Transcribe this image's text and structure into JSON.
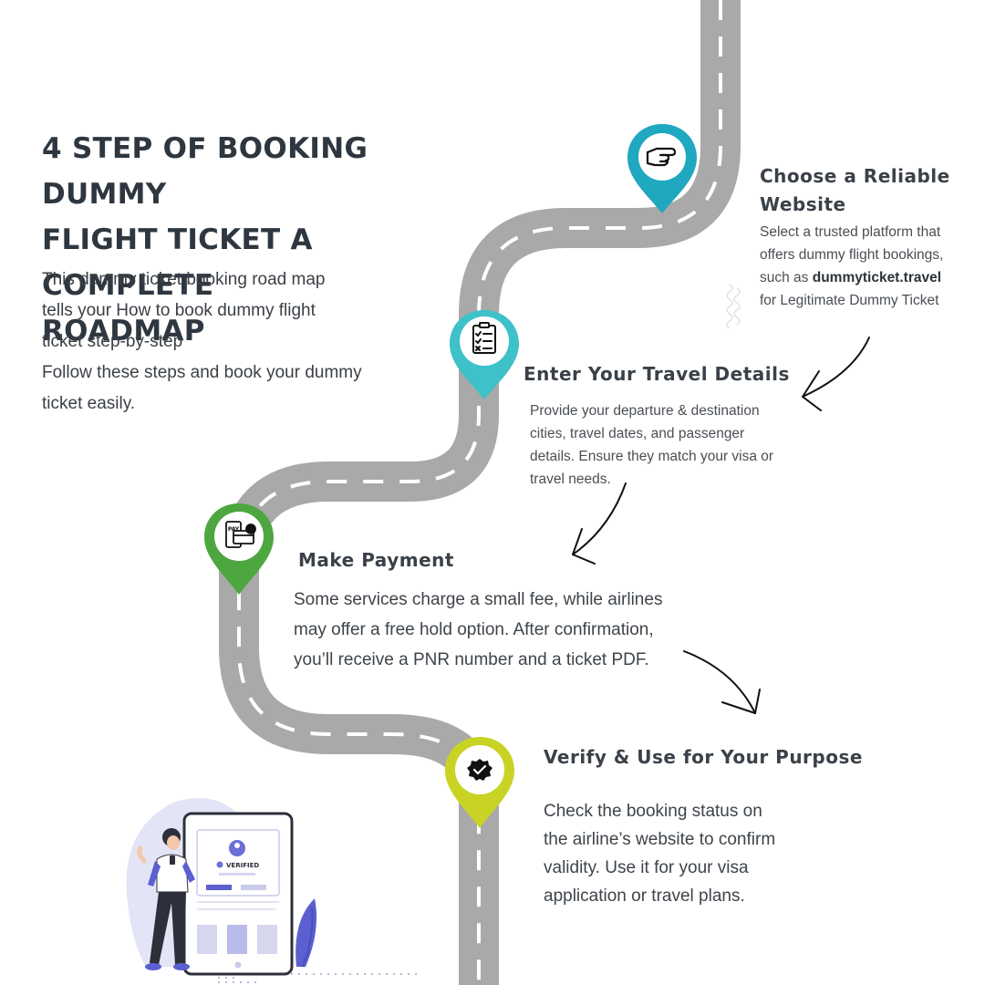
{
  "header": {
    "title_lines": [
      "4 STEP OF BOOKING DUMMY",
      "FLIGHT TICKET A COMPLETE",
      "ROADMAP"
    ],
    "intro_lines": [
      "This dummy ticket booking road map",
      "tells your How to book dummy flight",
      "ticket step-by-step",
      "Follow these steps and book your dummy",
      "ticket easily."
    ]
  },
  "steps": [
    {
      "title_lines": [
        "Choose a Reliable",
        "Website"
      ],
      "desc_lines": [
        "Select a trusted platform that",
        "offers dummy flight bookings,"
      ],
      "desc_prefix": "such as ",
      "desc_bold": "dummyticket.travel",
      "desc_last": "for Legitimate Dummy Ticket",
      "icon": "pointing-hand-icon",
      "color": "#1fa8bf"
    },
    {
      "title": "Enter Your Travel Details",
      "desc_lines": [
        "Provide your departure & destination",
        "cities, travel dates, and passenger",
        "details. Ensure they match your visa or",
        "travel needs."
      ],
      "icon": "checklist-icon",
      "color": "#3ec1c9"
    },
    {
      "title": "Make Payment",
      "desc_lines": [
        "Some services charge a small fee, while airlines",
        "may offer a free hold option. After confirmation,",
        "you’ll receive a PNR number and a ticket PDF."
      ],
      "icon": "payment-icon",
      "icon_text": "PAY",
      "color": "#4ea640"
    },
    {
      "title": "Verify & Use for Your Purpose",
      "desc_lines": [
        "Check the booking status on",
        "the airline’s website to confirm",
        "validity. Use it for your visa",
        "application or travel plans."
      ],
      "icon": "verified-badge-icon",
      "color": "#c9d324"
    }
  ],
  "illustration": {
    "badge_text": "VERIFIED",
    "icon": "woman-with-phone-illustration"
  },
  "colors": {
    "road": "#a9a9a9",
    "road_dash": "#ffffff",
    "title": "#2e3740",
    "accent_purple": "#6b6fd6"
  }
}
